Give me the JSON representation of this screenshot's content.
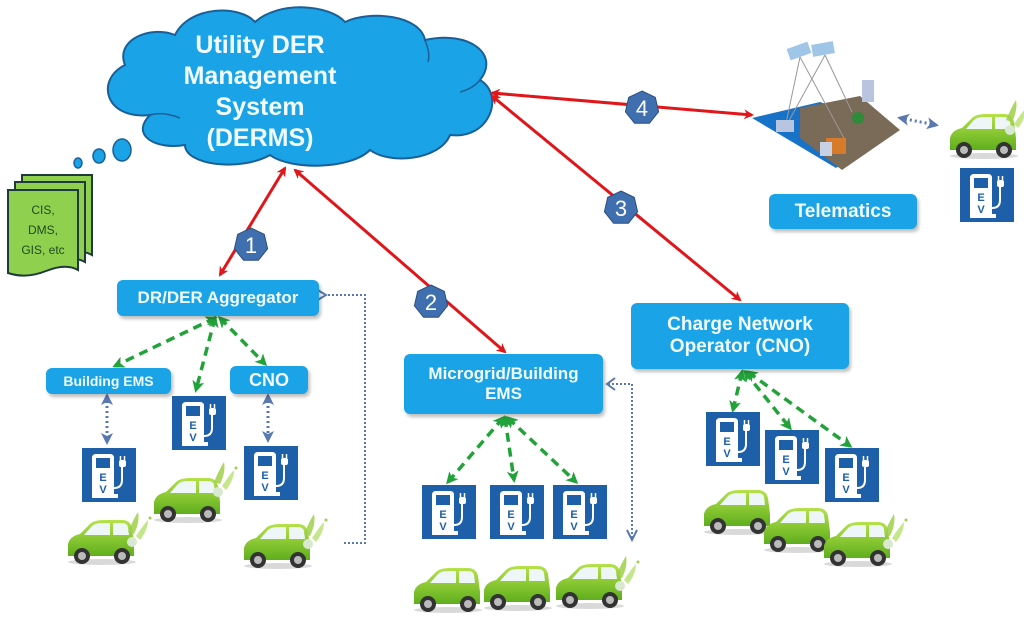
{
  "cloud": {
    "lines": [
      "Utility DER",
      "Management System",
      "(DERMS)"
    ]
  },
  "data_sources": {
    "lines": [
      "CIS,",
      "DMS,",
      "GIS, etc"
    ]
  },
  "nodes": {
    "aggregator": "DR/DER Aggregator",
    "building_ems": "Building EMS",
    "cno_small": "CNO",
    "microgrid": [
      "Microgrid/Building",
      "EMS"
    ],
    "charge_network": [
      "Charge Network",
      "Operator (CNO)"
    ],
    "telematics": "Telematics"
  },
  "badges": [
    "1",
    "2",
    "3",
    "4"
  ],
  "ev_label": [
    "E",
    "V"
  ],
  "colors": {
    "cloud": "#1aa3e6",
    "box": "#1aa3e6",
    "red_link": "#e0161b",
    "green_link": "#22a33a",
    "dotted_link": "#5a78b0",
    "badge": "#3f6fae",
    "ev_sign": "#1d5fa8",
    "car": "#8ccc2e",
    "doc": "#8fd14f"
  }
}
